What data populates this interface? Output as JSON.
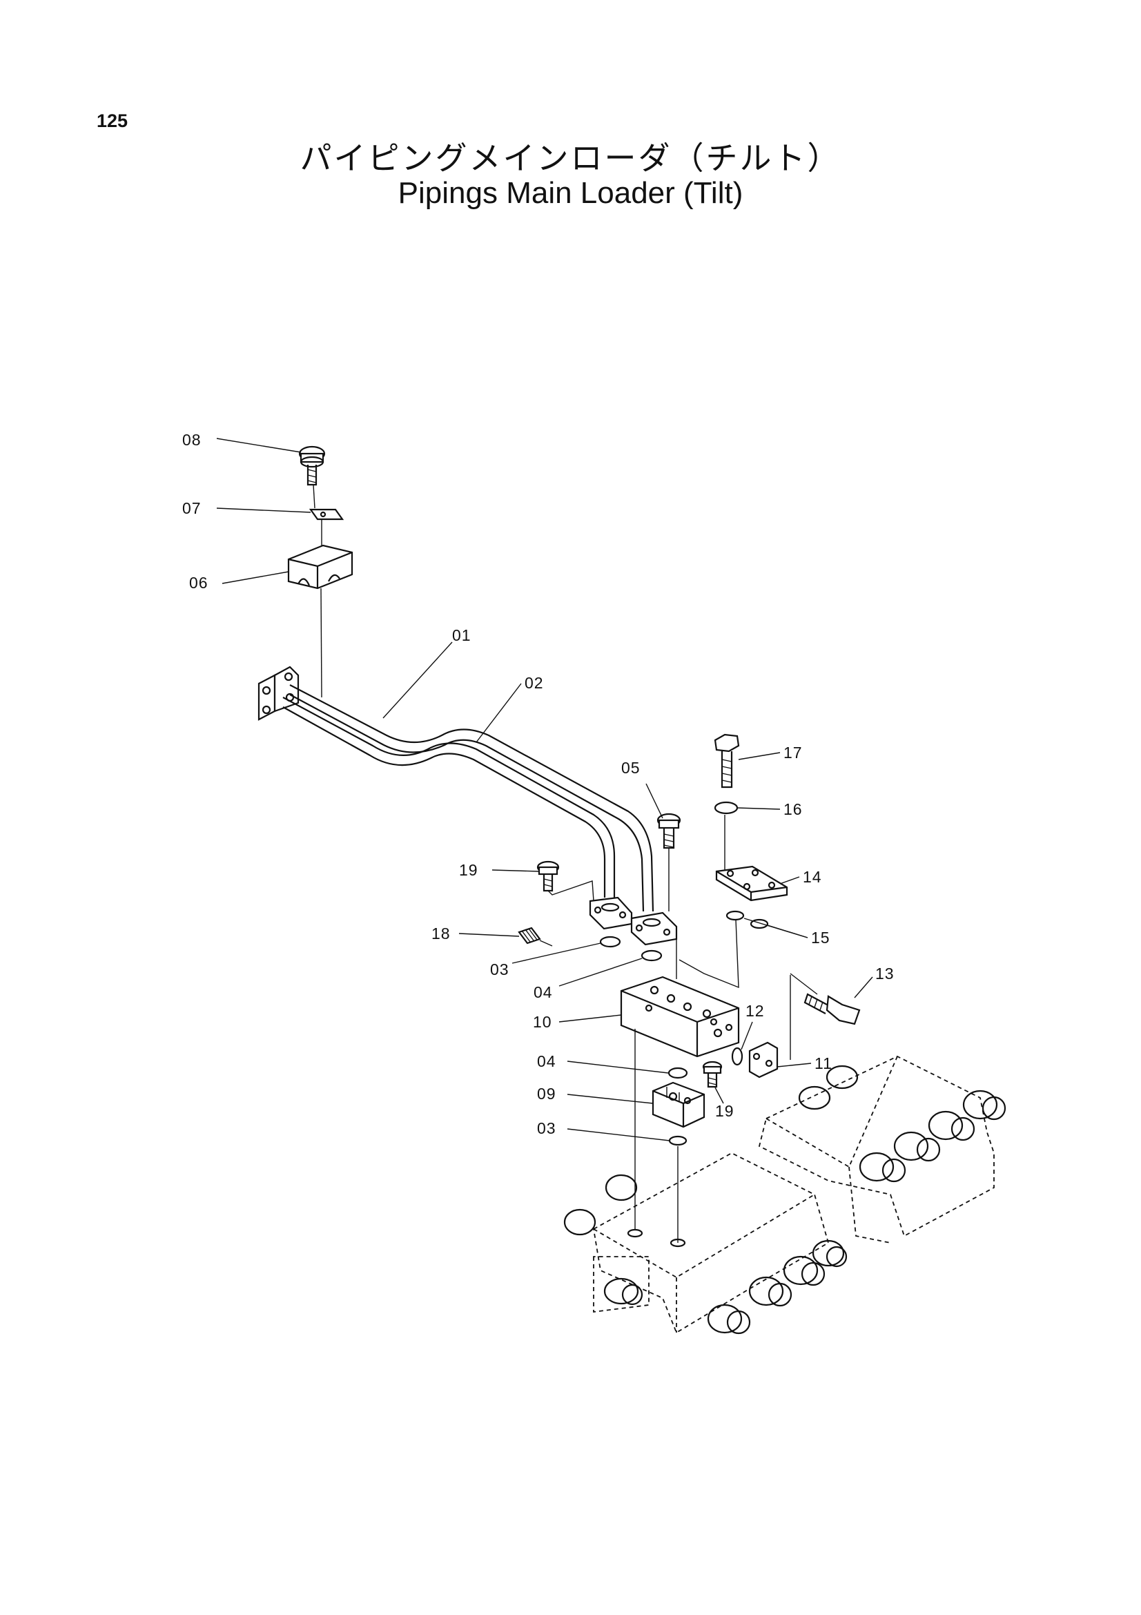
{
  "page": {
    "number": "125"
  },
  "title": {
    "japanese": "パイピングメインローダ（チルト）",
    "english": "Pipings Main Loader (Tilt)"
  },
  "callouts": [
    "08",
    "07",
    "06",
    "01",
    "02",
    "17",
    "05",
    "16",
    "19",
    "14",
    "18",
    "15",
    "03",
    "04",
    "13",
    "10",
    "12",
    "04",
    "11",
    "09",
    "19",
    "03"
  ]
}
